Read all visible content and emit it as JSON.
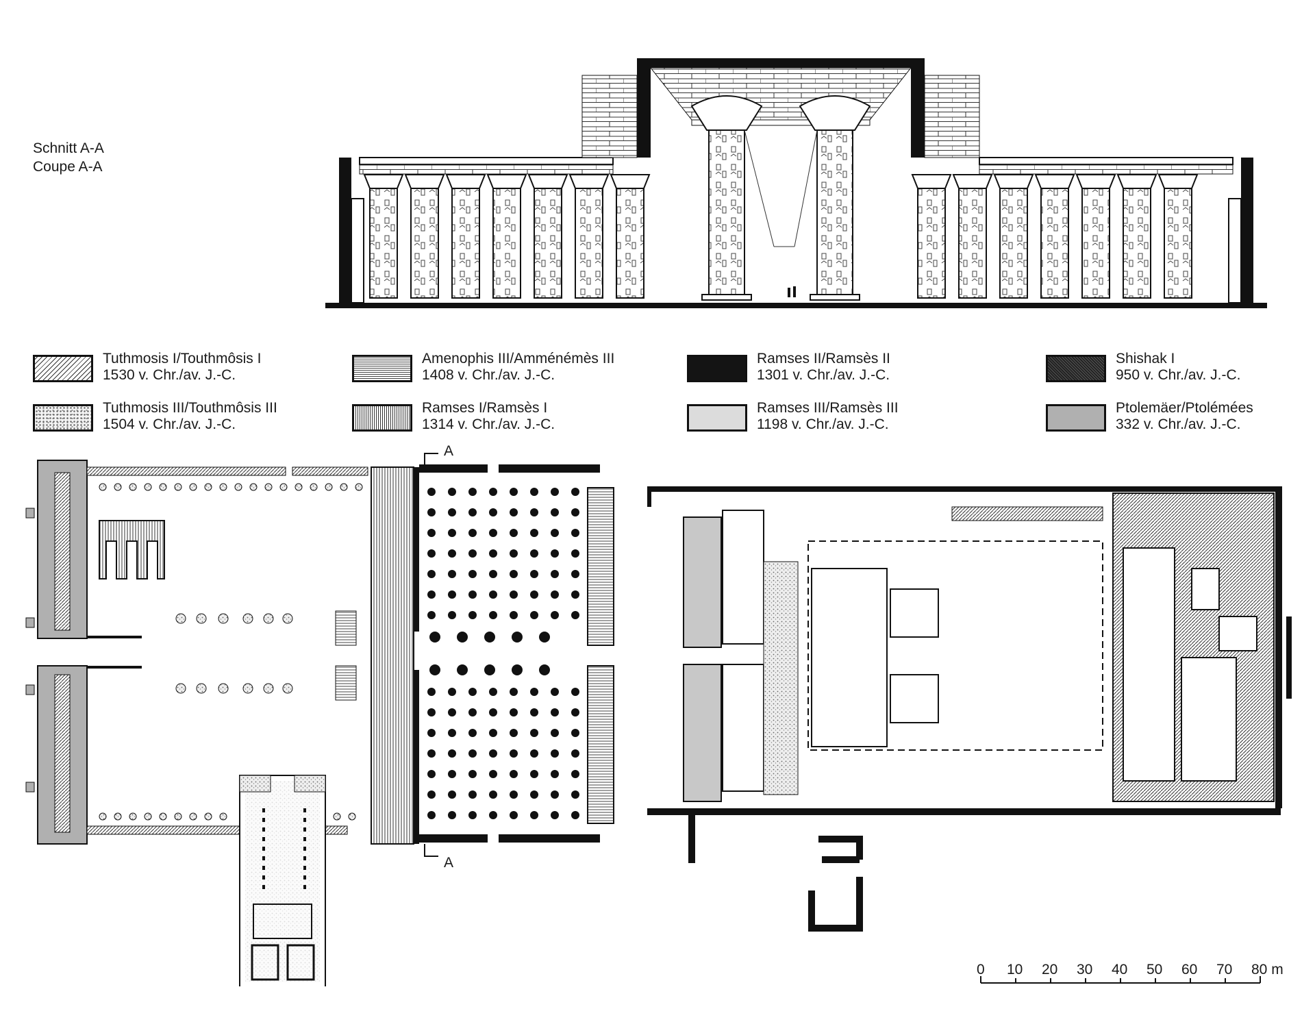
{
  "section": {
    "line1": "Schnitt A-A",
    "line2": "Coupe A-A"
  },
  "legend": [
    {
      "name": "Tuthmosis I/Touthmôsis I",
      "date": "1530 v. Chr./av. J.-C.",
      "pattern": "diagonal-hatch"
    },
    {
      "name": "Tuthmosis III/Touthmôsis III",
      "date": "1504 v. Chr./av. J.-C.",
      "pattern": "stipple"
    },
    {
      "name": "Amenophis III/Amménémès III",
      "date": "1408 v. Chr./av. J.-C.",
      "pattern": "horizontal-hatch"
    },
    {
      "name": "Ramses I/Ramsès I",
      "date": "1314 v. Chr./av. J.-C.",
      "pattern": "vertical-hatch"
    },
    {
      "name": "Ramses II/Ramsès II",
      "date": "1301 v. Chr./av. J.-C.",
      "pattern": "solid-black"
    },
    {
      "name": "Ramses III/Ramsès III",
      "date": "1198 v. Chr./av. J.-C.",
      "pattern": "light-grey"
    },
    {
      "name": "Shishak I",
      "date": "950 v. Chr./av. J.-C.",
      "pattern": "dark-cross-hatch"
    },
    {
      "name": "Ptolemäer/Ptolémées",
      "date": "332 v. Chr./av. J.-C.",
      "pattern": "medium-grey"
    }
  ],
  "section_marks": {
    "top": "A",
    "bottom": "A"
  },
  "scale": {
    "labels": [
      "0",
      "10",
      "20",
      "30",
      "40",
      "50",
      "60",
      "70",
      "80 m"
    ]
  }
}
